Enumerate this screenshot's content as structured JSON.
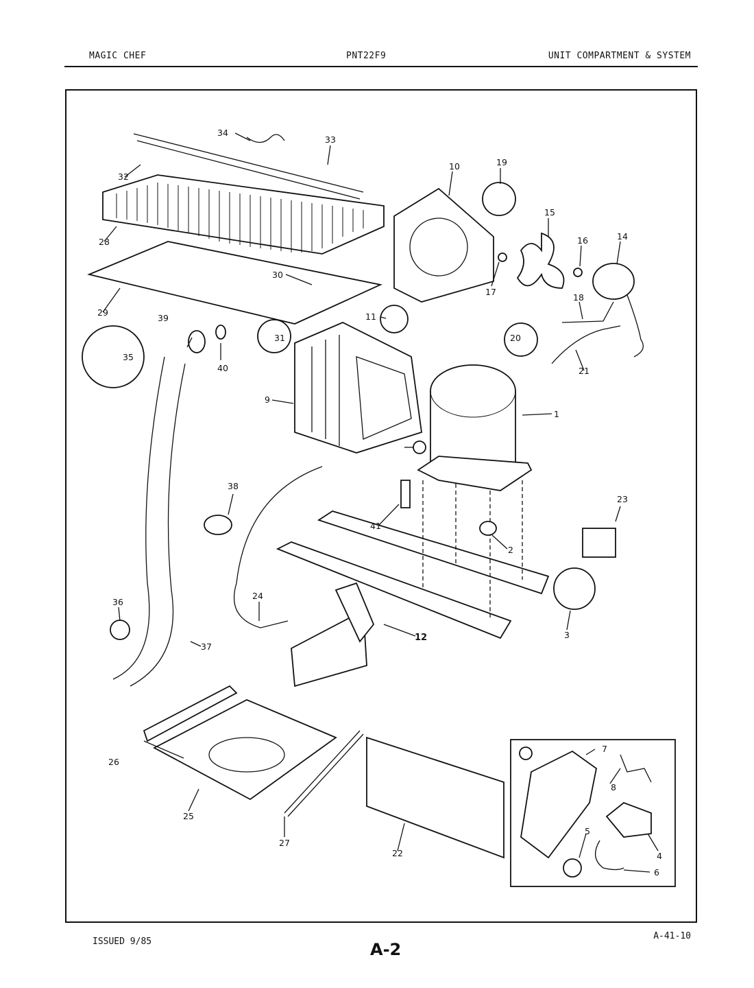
{
  "header": {
    "brand": "MAGIC CHEF",
    "model": "PNT22F9",
    "section": "UNIT COMPARTMENT & SYSTEM"
  },
  "footer": {
    "issued": "ISSUED 9/85",
    "page": "A-2",
    "code": "A-41-10"
  },
  "callouts": {
    "c1": "1",
    "c2": "2",
    "c3": "3",
    "c4": "4",
    "c5": "5",
    "c6": "6",
    "c7": "7",
    "c8": "8",
    "c9": "9",
    "c10": "10",
    "c11": "11",
    "c12": "12",
    "c14": "14",
    "c15": "15",
    "c16": "16",
    "c17": "17",
    "c18": "18",
    "c19": "19",
    "c20": "20",
    "c21": "21",
    "c22": "22",
    "c23": "23",
    "c24": "24",
    "c25": "25",
    "c26": "26",
    "c27": "27",
    "c28": "28",
    "c29": "29",
    "c30": "30",
    "c31": "31",
    "c32": "32",
    "c33": "33",
    "c34": "34",
    "c35": "35",
    "c36": "36",
    "c37": "37",
    "c38": "38",
    "c39": "39",
    "c40": "40",
    "c41": "41",
    "detail_marker": "1"
  }
}
